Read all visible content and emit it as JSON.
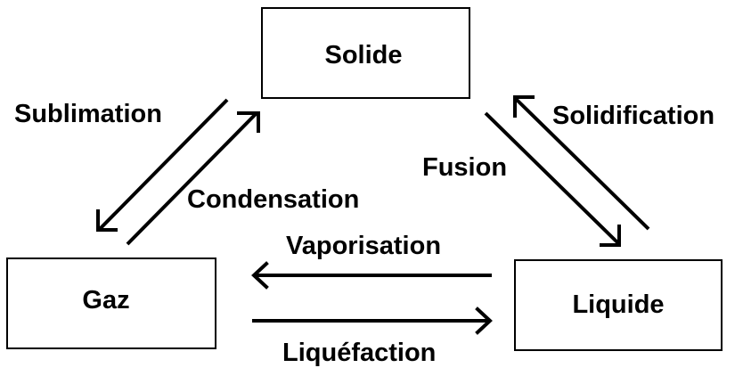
{
  "states": {
    "solid": "Solide",
    "gas": "Gaz",
    "liquid": "Liquide"
  },
  "transitions": {
    "sublimation": "Sublimation",
    "condensation": "Condensation",
    "fusion": "Fusion",
    "solidification": "Solidification",
    "vaporisation": "Vaporisation",
    "liquefaction": "Liquéfaction"
  },
  "colors": {
    "stroke": "#000000",
    "background": "#ffffff"
  }
}
